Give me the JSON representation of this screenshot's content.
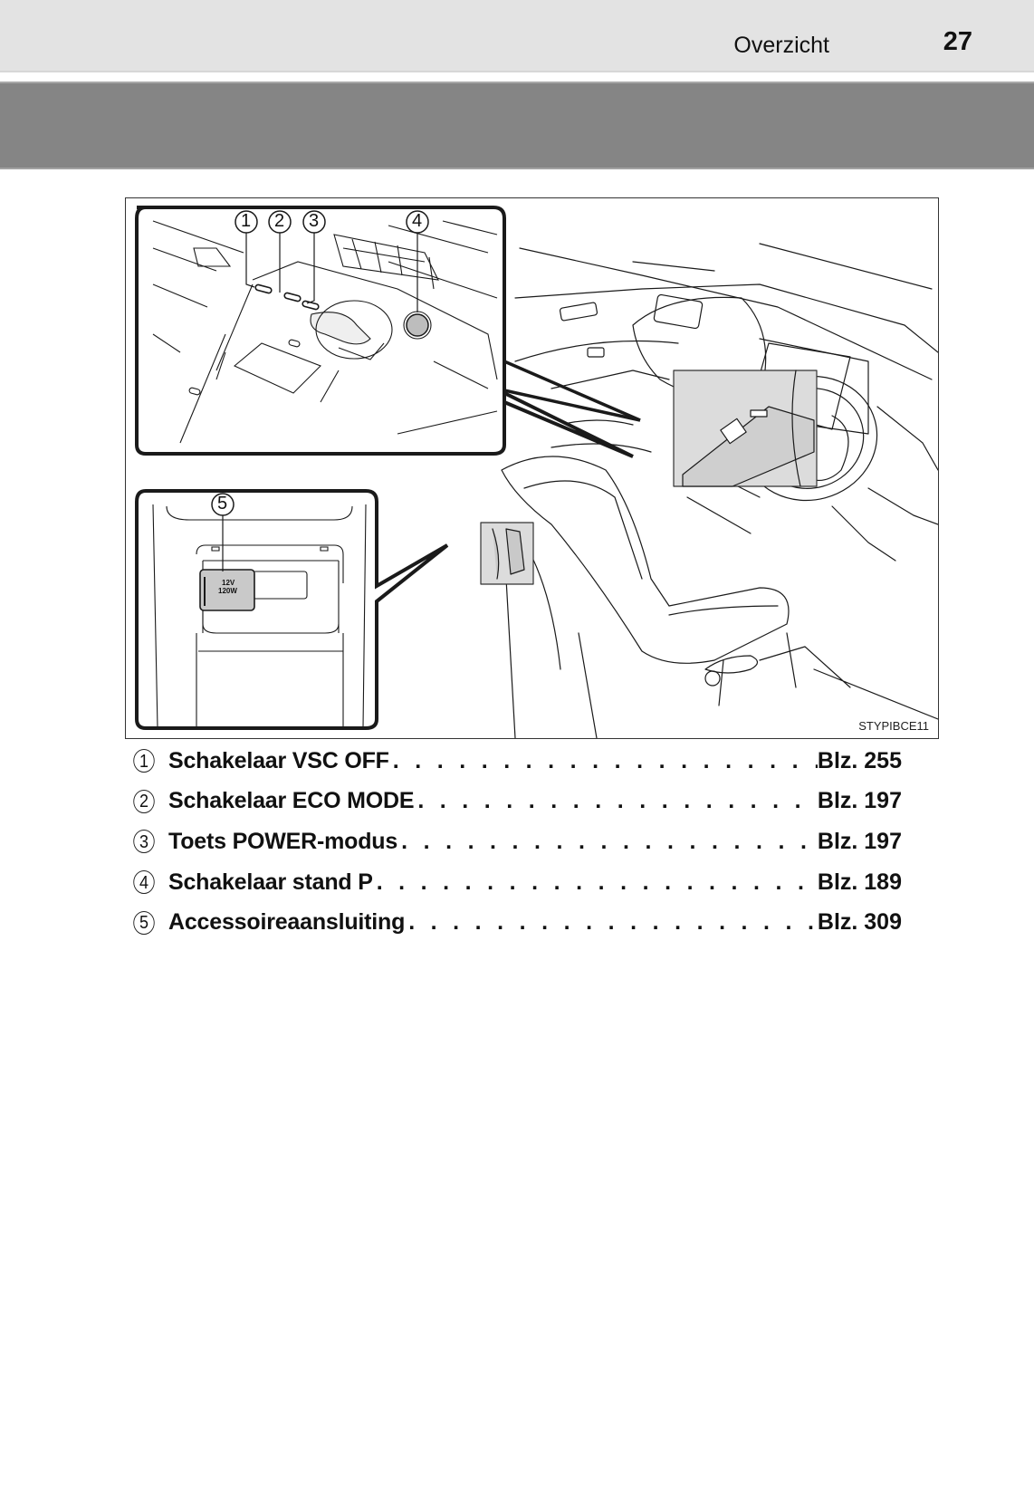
{
  "header": {
    "section_title": "Overzicht",
    "page_number": "27"
  },
  "figure": {
    "code": "STYPIBCE11",
    "callouts": [
      "1",
      "2",
      "3",
      "4",
      "5"
    ],
    "socket_label_line1": "12V",
    "socket_label_line2": "120W",
    "colors": {
      "highlight": "#d9d9d9",
      "line": "#1a1a1a"
    }
  },
  "items": [
    {
      "number": "1",
      "label": "Schakelaar VSC OFF",
      "page": "Blz. 255"
    },
    {
      "number": "2",
      "label": "Schakelaar ECO MODE",
      "page": "Blz. 197"
    },
    {
      "number": "3",
      "label": "Toets POWER-modus",
      "page": "Blz. 197"
    },
    {
      "number": "4",
      "label": "Schakelaar stand P",
      "page": "Blz. 189"
    },
    {
      "number": "5",
      "label": "Accessoireaansluiting",
      "page": "Blz. 309"
    }
  ]
}
